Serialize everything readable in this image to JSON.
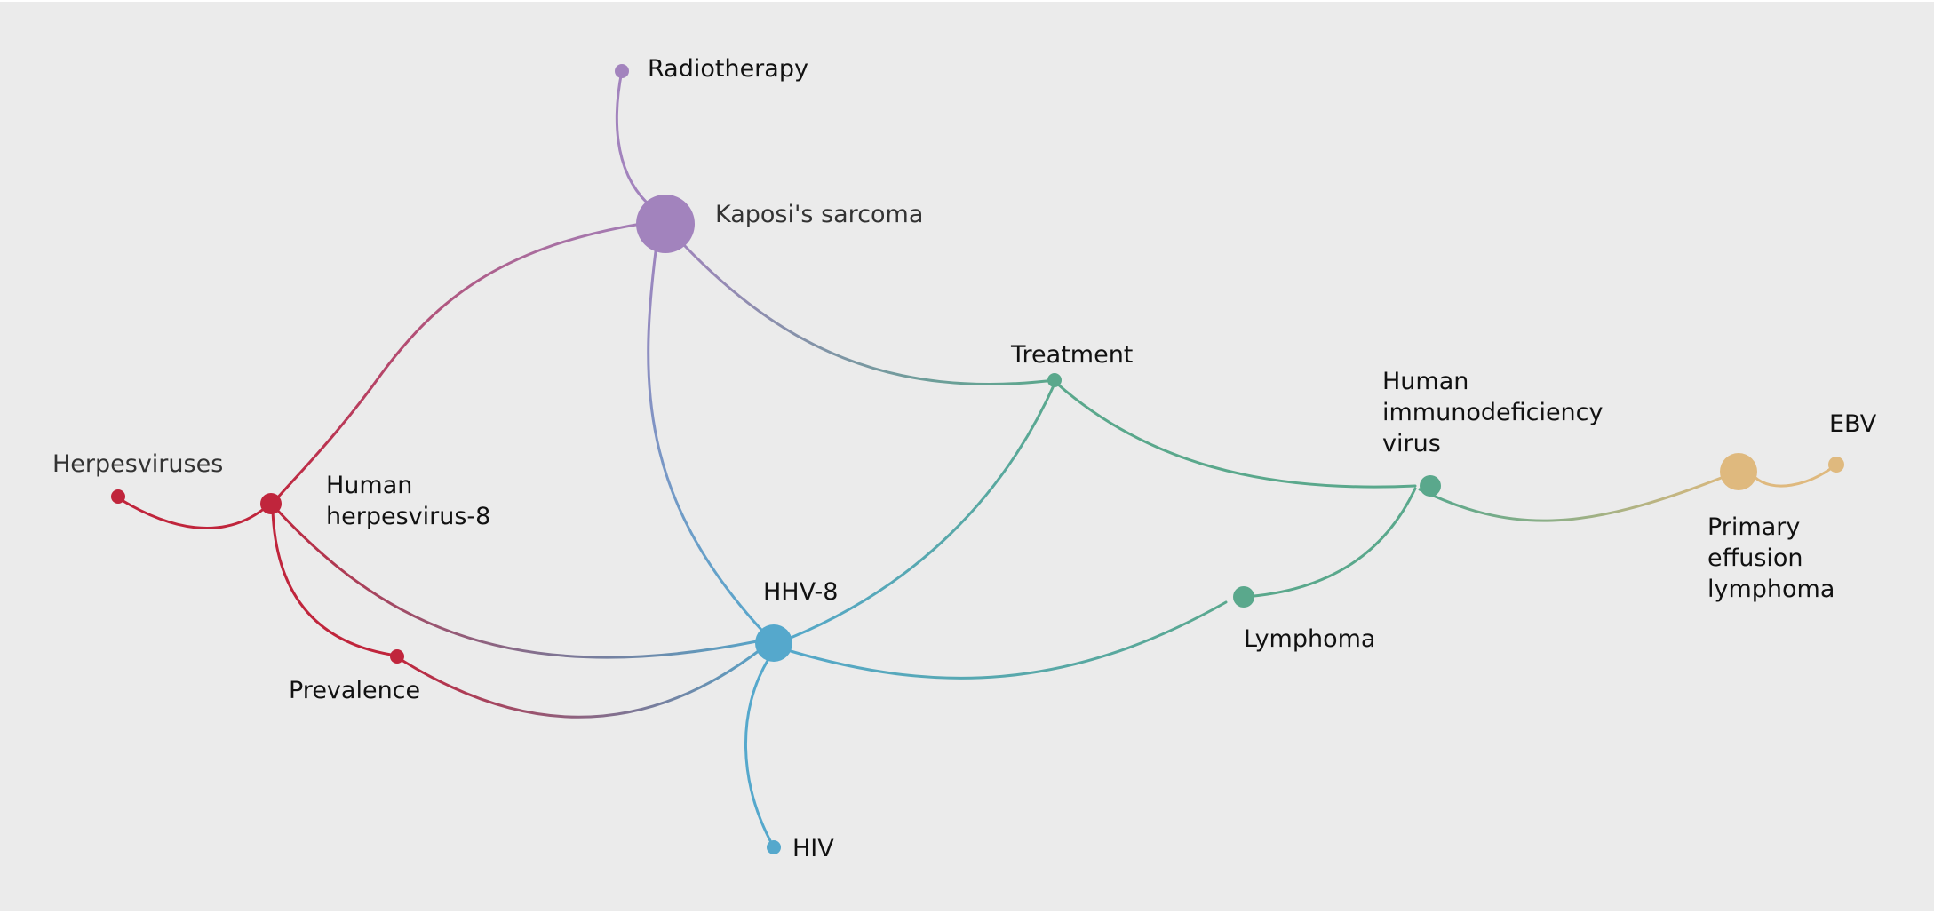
{
  "colors": {
    "background": "#ebebeb",
    "purple": "#a283bd",
    "red": "#c0253c",
    "blue": "#55a8cc",
    "green": "#5aa88c",
    "tan": "#dfb97e"
  },
  "nodes": [
    {
      "id": "radiotherapy",
      "label": "Radiotherapy",
      "color": "purple",
      "size": "small"
    },
    {
      "id": "kaposi",
      "label": "Kaposi's sarcoma",
      "color": "purple",
      "size": "large"
    },
    {
      "id": "treatment",
      "label": "Treatment",
      "color": "green",
      "size": "small"
    },
    {
      "id": "hiv_full",
      "label": "Human\nimmunodeficiency\nvirus",
      "color": "green",
      "size": "medium"
    },
    {
      "id": "ebv",
      "label": "EBV",
      "color": "tan",
      "size": "small"
    },
    {
      "id": "pel",
      "label": "Primary\neffusion\nlymphoma",
      "color": "tan",
      "size": "large"
    },
    {
      "id": "herpesviruses",
      "label": "Herpesviruses",
      "color": "red",
      "size": "small"
    },
    {
      "id": "hhv8_full",
      "label": "Human\nherpesvirus-8",
      "color": "red",
      "size": "medium"
    },
    {
      "id": "prevalence",
      "label": "Prevalence",
      "color": "red",
      "size": "small"
    },
    {
      "id": "hhv8",
      "label": "HHV-8",
      "color": "blue",
      "size": "large"
    },
    {
      "id": "lymphoma",
      "label": "Lymphoma",
      "color": "green",
      "size": "medium"
    },
    {
      "id": "hiv",
      "label": "HIV",
      "color": "blue",
      "size": "small"
    }
  ],
  "edges": [
    {
      "from": "radiotherapy",
      "to": "kaposi"
    },
    {
      "from": "kaposi",
      "to": "hhv8_full"
    },
    {
      "from": "kaposi",
      "to": "treatment"
    },
    {
      "from": "kaposi",
      "to": "hhv8"
    },
    {
      "from": "treatment",
      "to": "hiv_full"
    },
    {
      "from": "treatment",
      "to": "hhv8"
    },
    {
      "from": "hiv_full",
      "to": "pel"
    },
    {
      "from": "hiv_full",
      "to": "lymphoma"
    },
    {
      "from": "pel",
      "to": "ebv"
    },
    {
      "from": "herpesviruses",
      "to": "hhv8_full"
    },
    {
      "from": "hhv8_full",
      "to": "prevalence"
    },
    {
      "from": "hhv8_full",
      "to": "hhv8"
    },
    {
      "from": "prevalence",
      "to": "hhv8"
    },
    {
      "from": "hhv8",
      "to": "lymphoma"
    },
    {
      "from": "hhv8",
      "to": "hiv"
    }
  ]
}
